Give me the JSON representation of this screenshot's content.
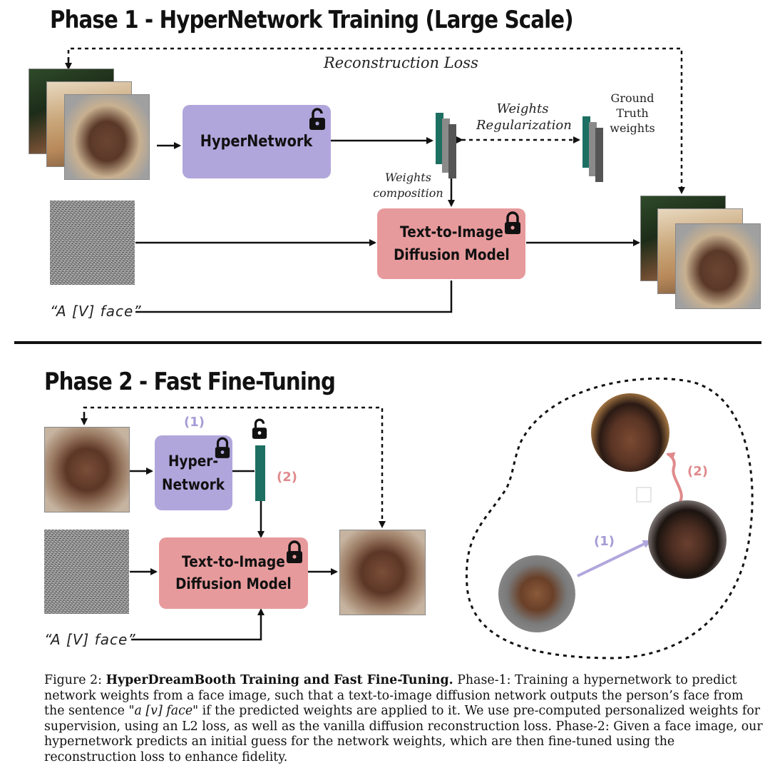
{
  "phase1": {
    "title": "Phase 1 - HyperNetwork Training (Large Scale)",
    "reconstruction_loss": "Reconstruction Loss",
    "hypernetwork": "HyperNetwork",
    "weights_regularization_1": "Weights",
    "weights_regularization_2": "Regularization",
    "ground_truth_1": "Ground Truth",
    "ground_truth_2": "weights",
    "weights_composition_1": "Weights",
    "weights_composition_2": "composition",
    "diffusion_1": "Text-to-Image",
    "diffusion_2": "Diffusion Model",
    "prompt": "“A [V] face”"
  },
  "phase2": {
    "title": "Phase 2 - Fast Fine-Tuning",
    "step1": "(1)",
    "step2": "(2)",
    "hyper_1": "Hyper-",
    "hyper_2": "Network",
    "diffusion_1": "Text-to-Image",
    "diffusion_2": "Diffusion Model",
    "prompt": "“A [V] face”",
    "space_step1": "(1)",
    "space_step2": "(2)"
  },
  "caption": {
    "figure_label": "Figure 2:",
    "bold_title": "HyperDreamBooth Training and Fast Fine-Tuning.",
    "text_1": "Phase-1: Training a hypernetwork to predict network weights from a face image, such that a text-to-image diffusion network outputs the person’s face from the sentence",
    "italic_phrase": "\"a [v] face\"",
    "text_2": "if the predicted weights are applied to it. We use pre-computed personalized weights for supervision, using an L2 loss, as well as the vanilla diffusion reconstruction loss. Phase-2: Given a face image, our hypernetwork predicts an initial guess for the network weights, which are then fine-tuned using the reconstruction loss to enhance fidelity."
  },
  "colors": {
    "purple_box": "#b1a6dc",
    "red_box": "#e79a9c",
    "teal_weight": "#1d6f62",
    "step1_color": "#a59cd6",
    "step2_color": "#e08a8c"
  }
}
